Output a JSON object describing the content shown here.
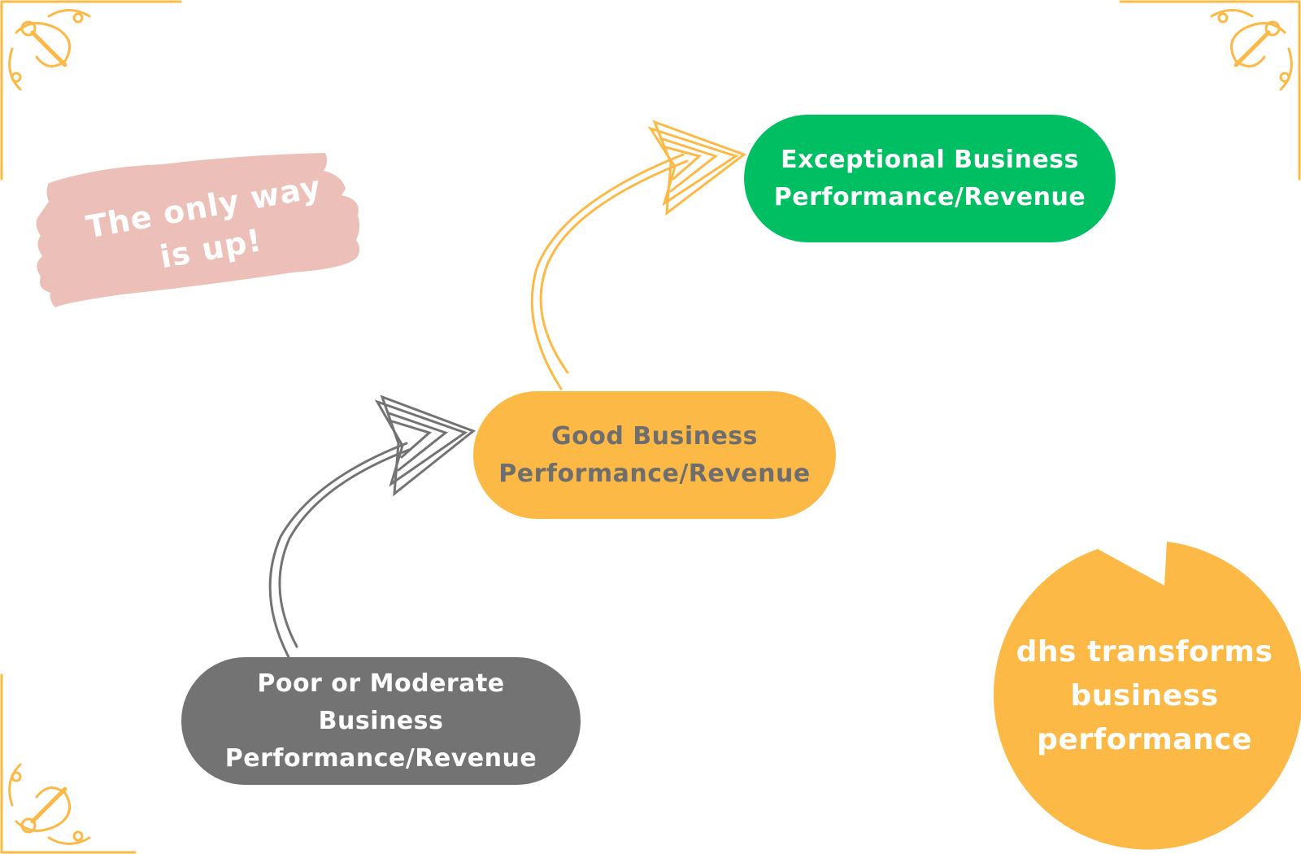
{
  "brush_note": {
    "line1": "The only way",
    "line2": "is up!"
  },
  "stages": {
    "exceptional": {
      "line1": "Exceptional Business",
      "line2": "Performance/Revenue"
    },
    "good": {
      "line1": "Good Business",
      "line2": "Performance/Revenue"
    },
    "poor": {
      "line1": "Poor or Moderate Business",
      "line2": "Performance/Revenue"
    }
  },
  "badge": {
    "line1": "dhs transforms",
    "line2": "business",
    "line3": "performance"
  },
  "colors": {
    "exceptional": "#00bf63",
    "good": "#fdb945",
    "poor": "#737373",
    "brush": "#ecc0b8",
    "ornament": "#fdb945"
  },
  "icons": {
    "corner_ornament": "corner-scroll-icon",
    "arrow": "sketch-arrow-icon"
  }
}
